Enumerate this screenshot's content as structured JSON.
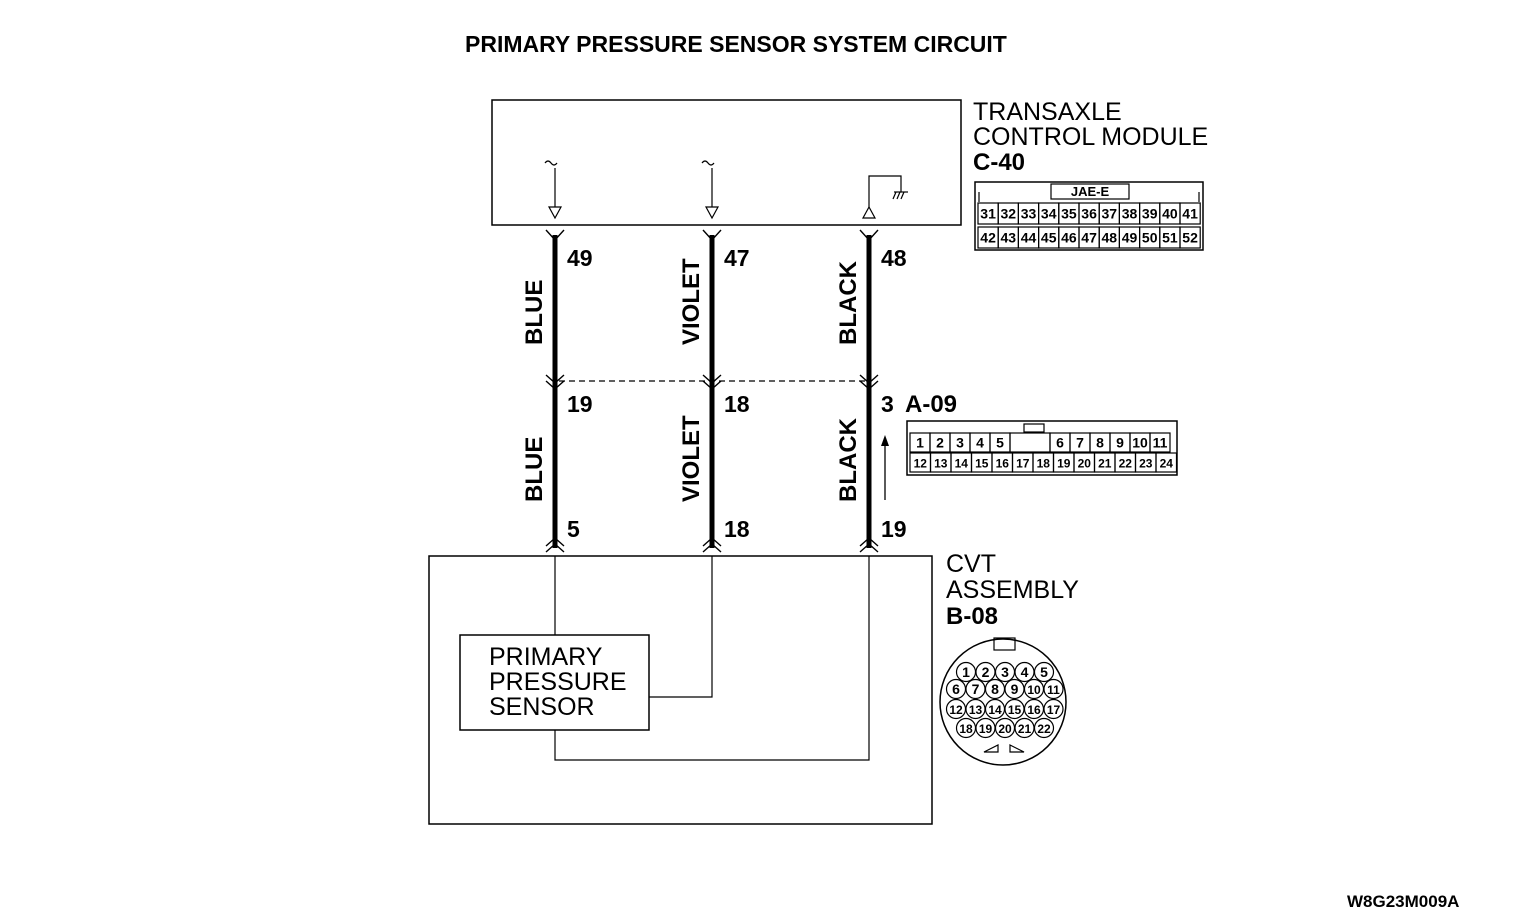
{
  "title": "PRIMARY PRESSURE SENSOR SYSTEM CIRCUIT",
  "tcm": {
    "line1": "TRANSAXLE",
    "line2": "CONTROL MODULE",
    "code": "C-40",
    "connector_type": "JAE-E",
    "row1": [
      "31",
      "32",
      "33",
      "34",
      "35",
      "36",
      "37",
      "38",
      "39",
      "40",
      "41"
    ],
    "row2": [
      "42",
      "43",
      "44",
      "45",
      "46",
      "47",
      "48",
      "49",
      "50",
      "51",
      "52"
    ]
  },
  "wires_upper": [
    {
      "pin": "49",
      "color": "BLUE"
    },
    {
      "pin": "47",
      "color": "VIOLET"
    },
    {
      "pin": "48",
      "color": "BLACK"
    }
  ],
  "intermediate": {
    "code": "A-09",
    "pins": [
      "19",
      "18",
      "3"
    ],
    "row1": [
      "1",
      "2",
      "3",
      "4",
      "5",
      "",
      "6",
      "7",
      "8",
      "9",
      "10",
      "11"
    ],
    "row2": [
      "12",
      "13",
      "14",
      "15",
      "16",
      "17",
      "18",
      "19",
      "20",
      "21",
      "22",
      "23",
      "24"
    ]
  },
  "wires_lower": [
    {
      "pin": "5",
      "color": "BLUE"
    },
    {
      "pin": "18",
      "color": "VIOLET"
    },
    {
      "pin": "19",
      "color": "BLACK"
    }
  ],
  "cvt": {
    "line1": "CVT",
    "line2": "ASSEMBLY",
    "code": "B-08",
    "row1": [
      "1",
      "2",
      "3",
      "4",
      "5"
    ],
    "row2": [
      "6",
      "7",
      "8",
      "9",
      "10",
      "11"
    ],
    "row3": [
      "12",
      "13",
      "14",
      "15",
      "16",
      "17"
    ],
    "row4": [
      "18",
      "19",
      "20",
      "21",
      "22"
    ]
  },
  "sensor": {
    "line1": "PRIMARY",
    "line2": "PRESSURE",
    "line3": "SENSOR"
  },
  "ref_code": "W8G23M009A"
}
